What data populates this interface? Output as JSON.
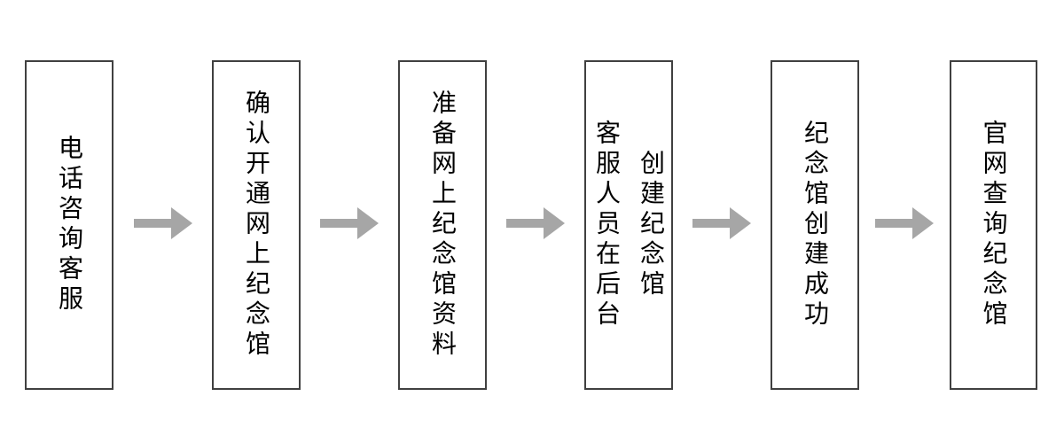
{
  "flowchart": {
    "description": "Process flow for creating an online memorial hall",
    "colors": {
      "bg": "#ffffff",
      "border": "#404040",
      "text": "#000000",
      "arrow": "#a6a6a6"
    },
    "steps": [
      {
        "lines": [
          "电话咨询客服"
        ]
      },
      {
        "lines": [
          "确认开通网上纪念馆"
        ]
      },
      {
        "lines": [
          "准备网上纪念馆资料"
        ]
      },
      {
        "lines": [
          "客服人员在后台",
          "创建纪念馆"
        ]
      },
      {
        "lines": [
          "纪念馆创建成功"
        ]
      },
      {
        "lines": [
          "官网查询纪念馆"
        ]
      }
    ],
    "arrow_glyph": "right-arrow"
  }
}
